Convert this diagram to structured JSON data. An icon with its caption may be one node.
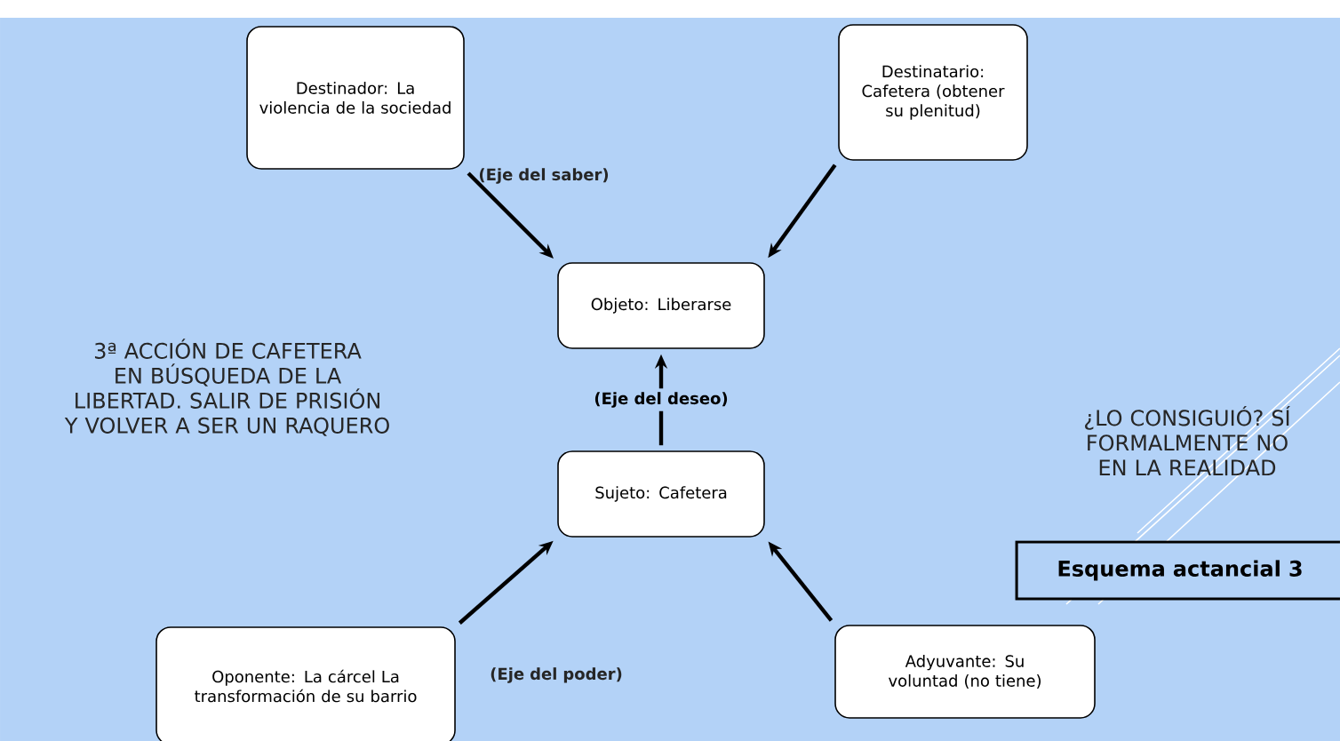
{
  "diagram": {
    "nodes": [
      {
        "text": [
          "Destinador: La violencia de la sociedad"
        ]
      },
      {
        "text": [
          "Destinatario: Cafetera (obtener su plenitud)"
        ]
      },
      {
        "text": [
          "Objeto: Liberarse"
        ]
      },
      {
        "text": [
          "Sujeto: Cafetera"
        ]
      },
      {
        "text": [
          "Oponente: La cárcel La transformación de su barrio"
        ]
      },
      {
        "text": [
          "Adyuvante: Su voluntad (no tiene)"
        ]
      },
      {
        "text": [
          "Esquema actancial 3"
        ]
      }
    ],
    "edges": [
      {
        "from": 0,
        "to": 2,
        "arrow": "to"
      },
      {
        "from": 1,
        "to": 2,
        "arrow": "to"
      },
      {
        "from": 3,
        "to": 2,
        "arrow": "to",
        "label": "(Eje del deseo)"
      },
      {
        "from": 4,
        "to": 3,
        "arrow": "to"
      },
      {
        "from": 5,
        "to": 3,
        "arrow": "to"
      }
    ],
    "labels": [
      "(Eje del saber)",
      "3ª ACCIÓN DE CAFETERA EN BÚSQUEDA DE LA LIBERTAD. SALIR DE PRISIÓN Y VOLVER A SER UN RAQUERO",
      "¿LO CONSIGUIÓ? SÍ FORMALMENTE NO EN LA REALIDAD",
      "(Eje del poder)"
    ]
  }
}
